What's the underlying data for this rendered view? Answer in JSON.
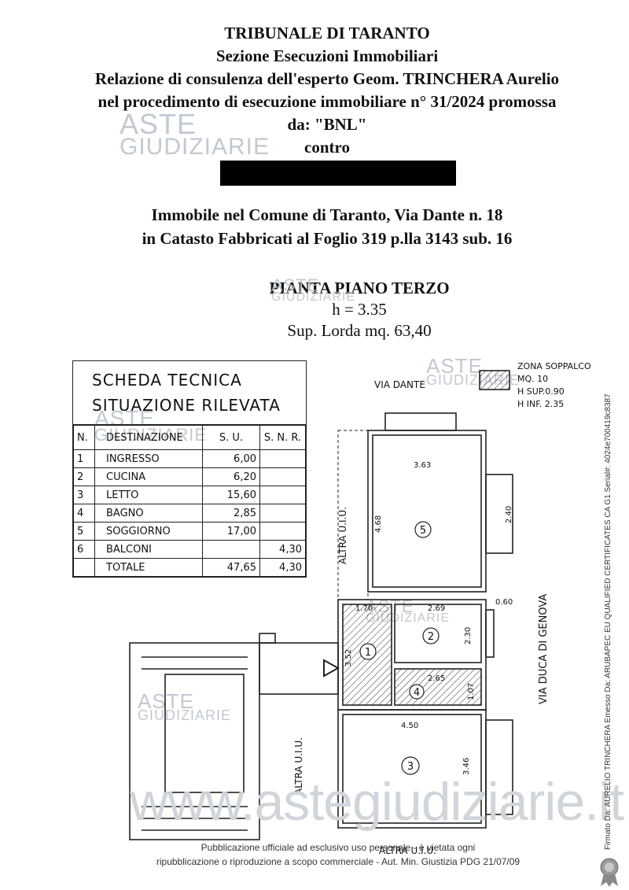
{
  "header": {
    "line1": "TRIBUNALE DI TARANTO",
    "line2": "Sezione Esecuzioni Immobiliari",
    "line3": "Relazione di consulenza dell'esperto Geom. TRINCHERA Aurelio",
    "line4": "nel procedimento di esecuzione immobiliare n° 31/2024 promossa",
    "line5": "da: \"BNL\"",
    "line6": "contro"
  },
  "property": {
    "line1": "Immobile nel Comune di Taranto, Via Dante n. 18",
    "line2": "in Catasto Fabbricati al Foglio 319 p.lla 3143 sub. 16"
  },
  "plan_title": {
    "name": "PIANTA PIANO TERZO",
    "height": "h = 3.35",
    "surface": "Sup. Lorda mq. 63,40"
  },
  "scheda": {
    "title1": "SCHEDA TECNICA",
    "title2": "SITUAZIONE RILEVATA",
    "headers": {
      "n": "N.",
      "dest": "DESTINAZIONE",
      "su": "S. U.",
      "snr": "S. N. R."
    },
    "rows": [
      {
        "n": "1",
        "dest": "INGRESSO",
        "su": "6,00",
        "snr": ""
      },
      {
        "n": "2",
        "dest": "CUCINA",
        "su": "6,20",
        "snr": ""
      },
      {
        "n": "3",
        "dest": "LETTO",
        "su": "15,60",
        "snr": ""
      },
      {
        "n": "4",
        "dest": "BAGNO",
        "su": "2,85",
        "snr": ""
      },
      {
        "n": "5",
        "dest": "SOGGIORNO",
        "su": "17,00",
        "snr": ""
      },
      {
        "n": "6",
        "dest": "BALCONI",
        "su": "",
        "snr": "4,30"
      }
    ],
    "total": {
      "label": "TOTALE",
      "su": "47,65",
      "snr": "4,30"
    }
  },
  "plan": {
    "street_top": "VIA DANTE",
    "street_right": "VIA DUCA DI GENOVA",
    "other_unit_left": "ALTRA U.I.U.",
    "other_unit_lower": "ALTRA U.I.U.",
    "other_unit_bottom": "ALTRA U.I.U.",
    "legend_zone": "ZONA SOPPALCO",
    "legend_mq": "MQ. 10",
    "legend_hsup": "H SUP.0.90",
    "legend_hinf": "H INF. 2.35",
    "room_5": "5",
    "room_1": "1",
    "room_2": "2",
    "room_3": "3",
    "room_4": "4",
    "dim_363": "3.63",
    "dim_468": "4.68",
    "dim_240": "2.40",
    "dim_060": "0.60",
    "dim_170": "1.70",
    "dim_269": "2.69",
    "dim_230": "2.30",
    "dim_352": "3.52",
    "dim_265": "2.65",
    "dim_107": "1.07",
    "dim_450": "4.50",
    "dim_346": "3.46"
  },
  "watermark": {
    "aste": "ASTE",
    "giudiziarie": "GIUDIZIARIE",
    "site": "www.astegiudiziarie.it"
  },
  "caption": {
    "line1": "Pubblicazione ufficiale ad esclusivo uso personale - è vietata ogni",
    "line2": "ripubblicazione o riproduzione a scopo commerciale - Aut. Min. Giustizia PDG 21/07/09"
  },
  "signature": "Firmato Da: AURELIO TRINCHERA Emesso Da: ARUBAPEC EU QUALIFIED CERTIFICATES CA G1 Serial#: 4024e700419c8387"
}
